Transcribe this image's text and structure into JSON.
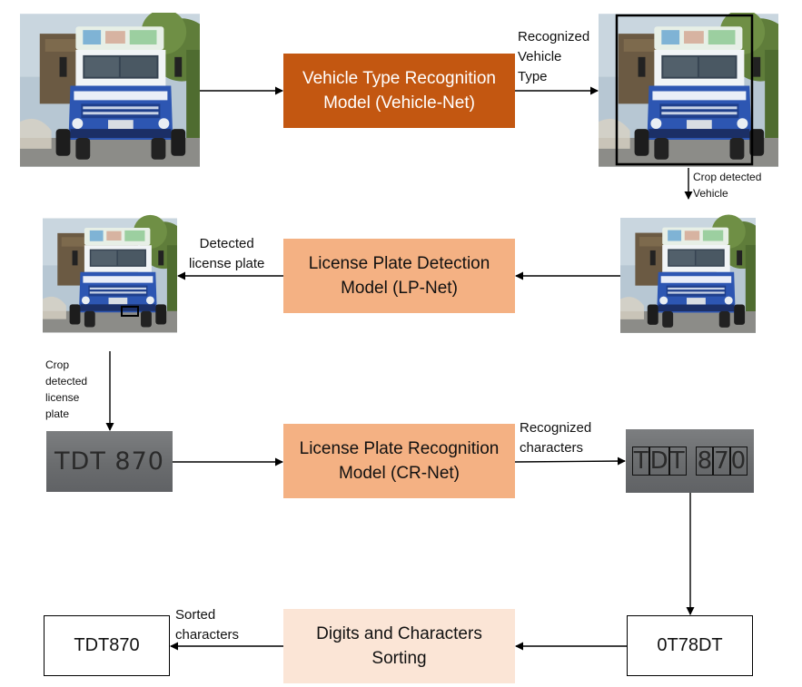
{
  "colors": {
    "vehicle_net": "#c35711",
    "lp_net": "#f4b183",
    "cr_net": "#f4b183",
    "sorting": "#fbe5d6",
    "arrow": "#000000"
  },
  "boxes": {
    "vehicle_net": "Vehicle Type Recognition\nModel (Vehicle-Net)",
    "lp_net": "License Plate Detection\nModel (LP-Net)",
    "cr_net": "License Plate Recognition\nModel (CR-Net)",
    "sorting": "Digits and Characters\nSorting",
    "unsorted": "0T78DT",
    "sorted": "TDT870"
  },
  "labels": {
    "recognized_vehicle_type": "Recognized\nVehicle\nType",
    "crop_detected_vehicle": "Crop detected\nVehicle",
    "detected_license_plate": "Detected\nlicense plate",
    "crop_detected_license_plate": "Crop\ndetected\nlicense\nplate",
    "recognized_characters": "Recognized\ncharacters",
    "sorted_characters": "Sorted\ncharacters"
  },
  "plates": {
    "cropped_plate_text": "TDT 870",
    "segmented_chars_1": [
      "T",
      "D",
      "T"
    ],
    "segmented_chars_2": [
      "8",
      "7",
      "0"
    ]
  },
  "icons": {
    "truck_image": "truck-photo-icon"
  }
}
